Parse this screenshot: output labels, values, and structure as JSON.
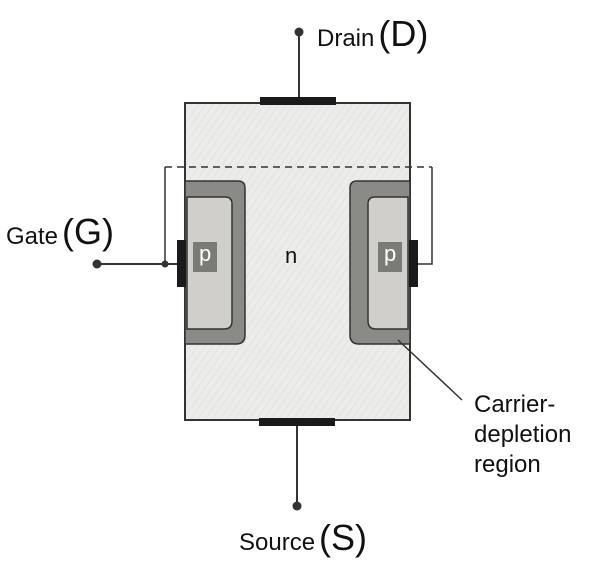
{
  "labels": {
    "drain": {
      "word": "Drain",
      "symbol": "(D)"
    },
    "gate": {
      "word": "Gate",
      "symbol": "(G)"
    },
    "source": {
      "word": "Source",
      "symbol": "(S)"
    },
    "n_channel": "n",
    "p_left": "p",
    "p_right": "p",
    "depletion": [
      "Carrier-",
      "depletion",
      "region"
    ]
  },
  "colors": {
    "channel": "#ececea",
    "depletion": "#8a8a86",
    "p_region": "#d0cfcb",
    "p_label_bg": "#7a7a76",
    "p_label_text": "#ffffff",
    "electrode": "#1a1a1a",
    "wire": "#333333"
  }
}
